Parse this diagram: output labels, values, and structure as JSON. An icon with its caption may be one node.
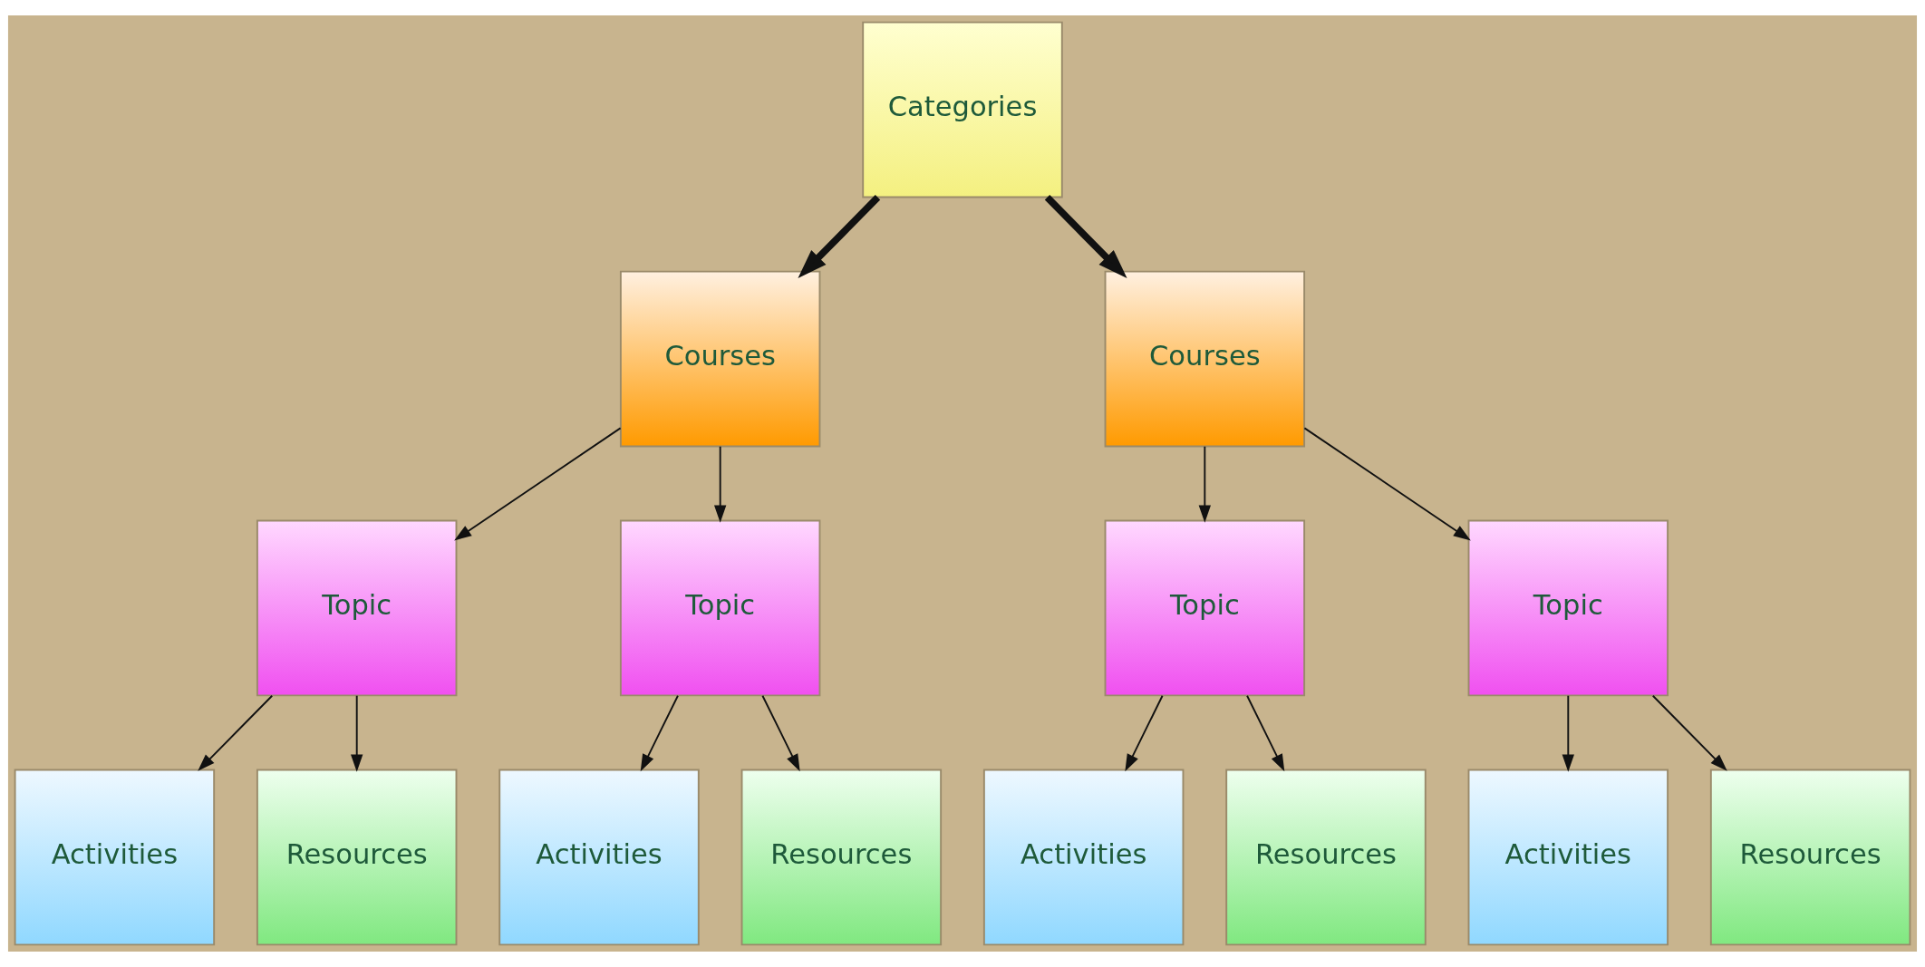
{
  "diagram": {
    "nodes": [
      {
        "text": [
          "Categories"
        ]
      },
      {
        "text": [
          "Courses"
        ]
      },
      {
        "text": [
          "Courses"
        ]
      },
      {
        "text": [
          "Topic"
        ]
      },
      {
        "text": [
          "Topic"
        ]
      },
      {
        "text": [
          "Topic"
        ]
      },
      {
        "text": [
          "Topic"
        ]
      },
      {
        "text": [
          "Activities"
        ]
      },
      {
        "text": [
          "Resources"
        ]
      },
      {
        "text": [
          "Activities"
        ]
      },
      {
        "text": [
          "Resources"
        ]
      },
      {
        "text": [
          "Activities"
        ]
      },
      {
        "text": [
          "Resources"
        ]
      },
      {
        "text": [
          "Activities"
        ]
      },
      {
        "text": [
          "Resources"
        ]
      }
    ],
    "edges": [
      {
        "from": 0,
        "to": 1,
        "arrow": "to",
        "style": "thick"
      },
      {
        "from": 0,
        "to": 2,
        "arrow": "to",
        "style": "thick"
      },
      {
        "from": 1,
        "to": 3,
        "arrow": "to"
      },
      {
        "from": 1,
        "to": 4,
        "arrow": "to"
      },
      {
        "from": 2,
        "to": 5,
        "arrow": "to"
      },
      {
        "from": 2,
        "to": 6,
        "arrow": "to"
      },
      {
        "from": 3,
        "to": 7,
        "arrow": "to"
      },
      {
        "from": 3,
        "to": 8,
        "arrow": "to"
      },
      {
        "from": 4,
        "to": 9,
        "arrow": "to"
      },
      {
        "from": 4,
        "to": 10,
        "arrow": "to"
      },
      {
        "from": 5,
        "to": 11,
        "arrow": "to"
      },
      {
        "from": 5,
        "to": 12,
        "arrow": "to"
      },
      {
        "from": 6,
        "to": 13,
        "arrow": "to"
      },
      {
        "from": 6,
        "to": 14,
        "arrow": "to"
      }
    ]
  }
}
